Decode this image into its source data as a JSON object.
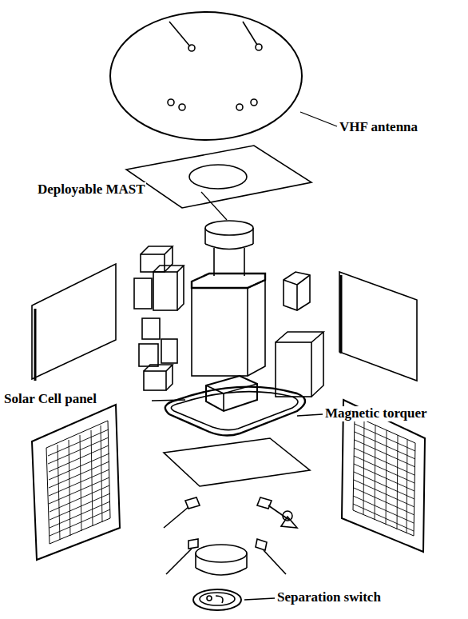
{
  "diagram": {
    "labels": [
      "VHF antenna",
      "Deployable MAST",
      "Solar Cell panel",
      "Magnetic torquer",
      "Separation switch"
    ]
  }
}
